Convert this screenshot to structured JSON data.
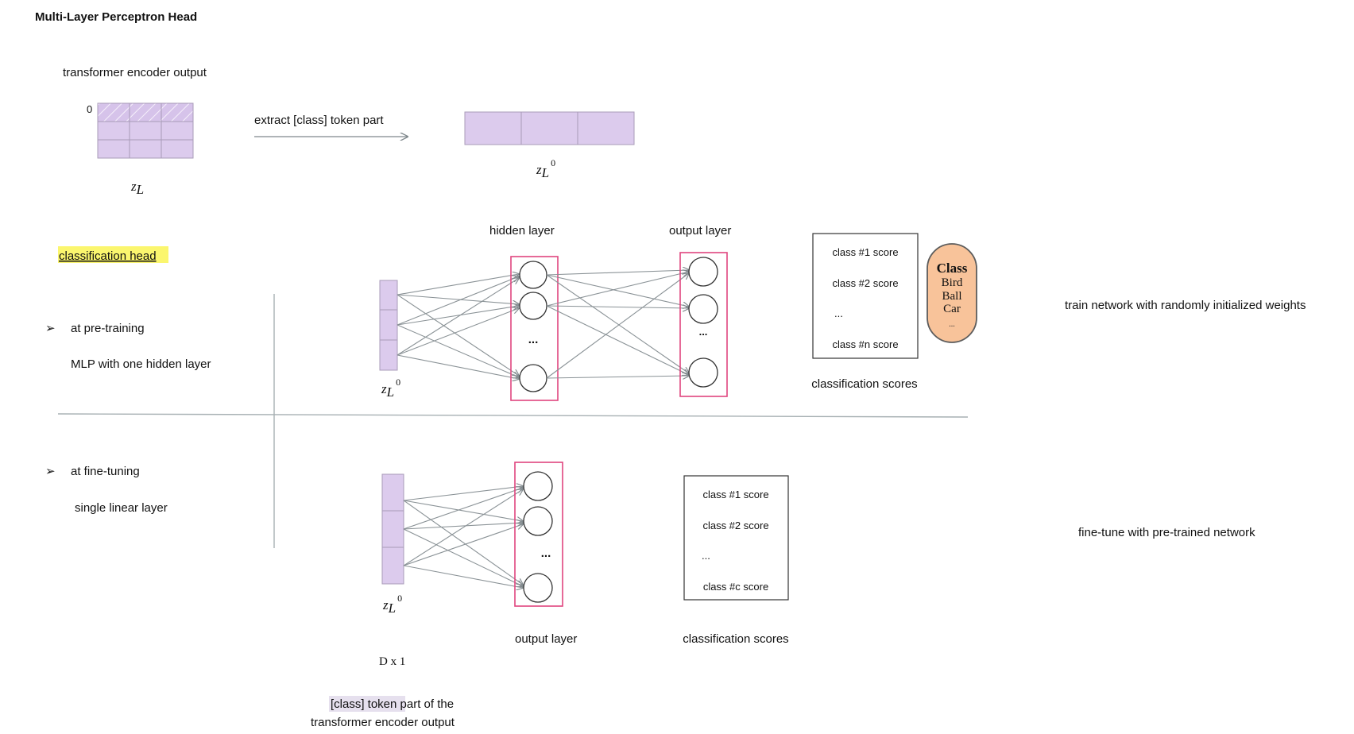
{
  "title": "Multi-Layer Perceptron Head",
  "encoder": {
    "caption": "transformer encoder output",
    "row_index": "0",
    "var_base": "z",
    "var_sub": "L"
  },
  "extract": {
    "label": "extract [class] token part",
    "var_base": "z",
    "var_sub": "L",
    "var_sup": "0"
  },
  "classification_head": {
    "label": "classification head"
  },
  "pretraining": {
    "bullet": "➢",
    "heading": "at pre-training",
    "subheading": "MLP with one hidden layer",
    "hidden_layer_label": "hidden layer",
    "output_layer_label": "output layer",
    "ellipsis": "...",
    "var_base": "z",
    "var_sub": "L",
    "var_sup": "0",
    "scores": [
      "class #1 score",
      "class #2 score",
      "...",
      "class #n score"
    ],
    "scores_caption": "classification scores",
    "class_badge": {
      "title": "Class",
      "items": [
        "Bird",
        "Ball",
        "Car"
      ],
      "more": "..."
    },
    "note": "train network with randomly initialized weights"
  },
  "finetuning": {
    "bullet": "➢",
    "heading": "at fine-tuning",
    "subheading": "single linear layer",
    "output_layer_label": "output layer",
    "ellipsis": "...",
    "var_base": "z",
    "var_sub": "L",
    "var_sup": "0",
    "dims": "D x 1",
    "scores": [
      "class #1 score",
      "class #2 score",
      "...",
      "class #c score"
    ],
    "scores_caption": "classification scores",
    "note": "fine-tune with pre-trained network"
  },
  "footer": {
    "highlight": "[class] token",
    "rest": " part of the",
    "line2": "transformer encoder output"
  },
  "colors": {
    "token_fill": "#dccbed",
    "frame": "#e0457e",
    "highlight_yellow": "#fbf66e",
    "badge_fill": "#f8c39a",
    "divider": "#a7b0b3"
  }
}
